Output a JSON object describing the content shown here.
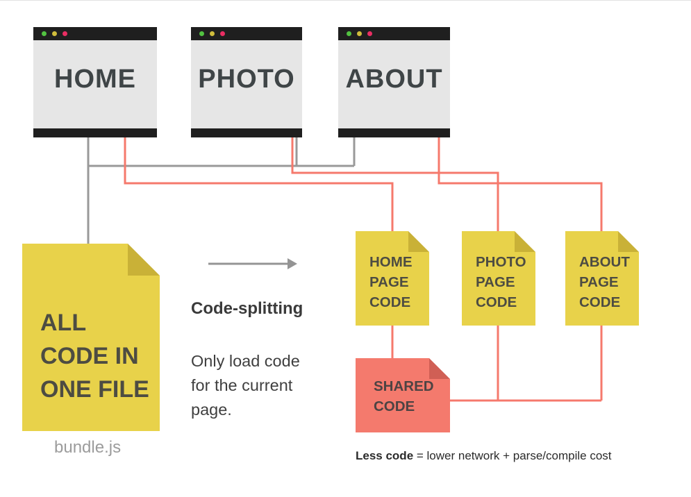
{
  "windows": [
    {
      "label": "HOME"
    },
    {
      "label": "PHOTO"
    },
    {
      "label": "ABOUT"
    }
  ],
  "bundle_file": {
    "lines": [
      "ALL",
      "CODE IN",
      "ONE FILE"
    ],
    "caption": "bundle.js"
  },
  "chunks": [
    {
      "lines": [
        "HOME",
        "PAGE",
        "CODE"
      ]
    },
    {
      "lines": [
        "PHOTO",
        "PAGE",
        "CODE"
      ]
    },
    {
      "lines": [
        "ABOUT",
        "PAGE",
        "CODE"
      ]
    }
  ],
  "shared_chunk": {
    "lines": [
      "SHARED",
      "CODE"
    ]
  },
  "annotation": {
    "title": "Code-splitting",
    "lines": [
      "Only load code",
      "for the current",
      "page."
    ]
  },
  "footnote": {
    "bold": "Less code",
    "rest": " = lower network + parse/compile cost"
  },
  "colors": {
    "bundle_yellow": "#e8d24a",
    "yellow_fold": "#c9b137",
    "shared_salmon": "#f47a6d",
    "salmon_fold": "#d05f55",
    "gray_connector": "#999999",
    "red_connector": "#f5796c",
    "window_chrome": "#1f1f1f",
    "window_body": "#e6e6e6",
    "dot_green": "#52c241",
    "dot_yellow": "#d0bd3c",
    "dot_pink": "#ea2e63"
  }
}
